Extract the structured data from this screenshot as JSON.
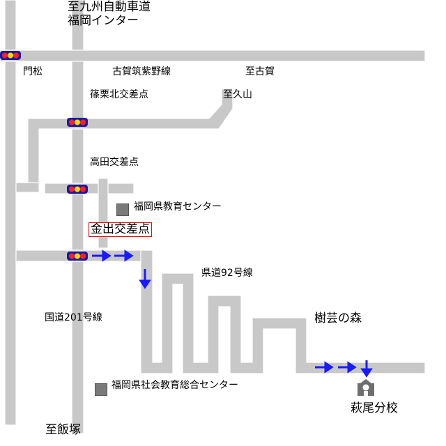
{
  "labels": {
    "kyushu_expressway": "至九州自動車道",
    "fukuoka_ic": "福岡インター",
    "monmatsu": "門松",
    "koga_chikushino": "古賀筑紫野線",
    "to_koga": "至古賀",
    "sasaguri_kita": "篠栗北交差点",
    "to_hisayama": "至久山",
    "takata": "高田交差点",
    "pref_education_center": "福岡県教育センター",
    "kanaide": "金出交差点",
    "pref_road_92": "県道92号線",
    "national_road_201": "国道201号線",
    "jugei_forest": "樹芸の森",
    "social_education_center": "福岡県社会教育総合センター",
    "hagio_school": "萩尾分校",
    "to_iizuka": "至飯塚"
  },
  "colors": {
    "road": "#c8c8c8",
    "arrow": "#1a1aff",
    "signal_body": "#1a1aa0",
    "signal_red": "#ff2020",
    "signal_yellow": "#ffd800",
    "building": "#7a7a7a",
    "highlight_box": "#dd1111"
  },
  "icons": {
    "traffic_signal": "traffic-signal-icon",
    "route_arrow": "route-arrow-icon",
    "building": "building-icon",
    "school": "school-icon"
  }
}
